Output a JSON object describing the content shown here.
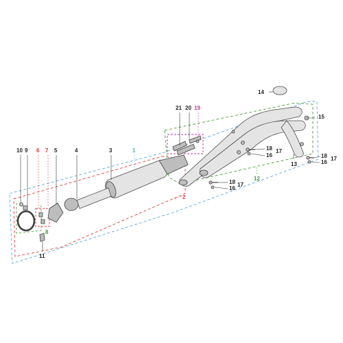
{
  "colors": {
    "cyan": "#5aa7d6",
    "red": "#e43a3a",
    "green": "#4a9a3a",
    "magenta": "#c233a0",
    "black": "#222222"
  },
  "callouts": {
    "c1": "1",
    "c2": "2",
    "c3": "3",
    "c4": "4",
    "c5": "5",
    "c6": "6",
    "c7": "7",
    "c8": "8",
    "c9": "9",
    "c10": "10",
    "c11": "11",
    "c12": "12",
    "c13": "13",
    "c14": "14",
    "c15": "15",
    "c16a": "16",
    "c16b": "16",
    "c16c": "16",
    "c17a": "17",
    "c17b": "17",
    "c17c": "17",
    "c18a": "18",
    "c18b": "18",
    "c18c": "18",
    "c19": "19",
    "c20": "20",
    "c21": "21"
  }
}
